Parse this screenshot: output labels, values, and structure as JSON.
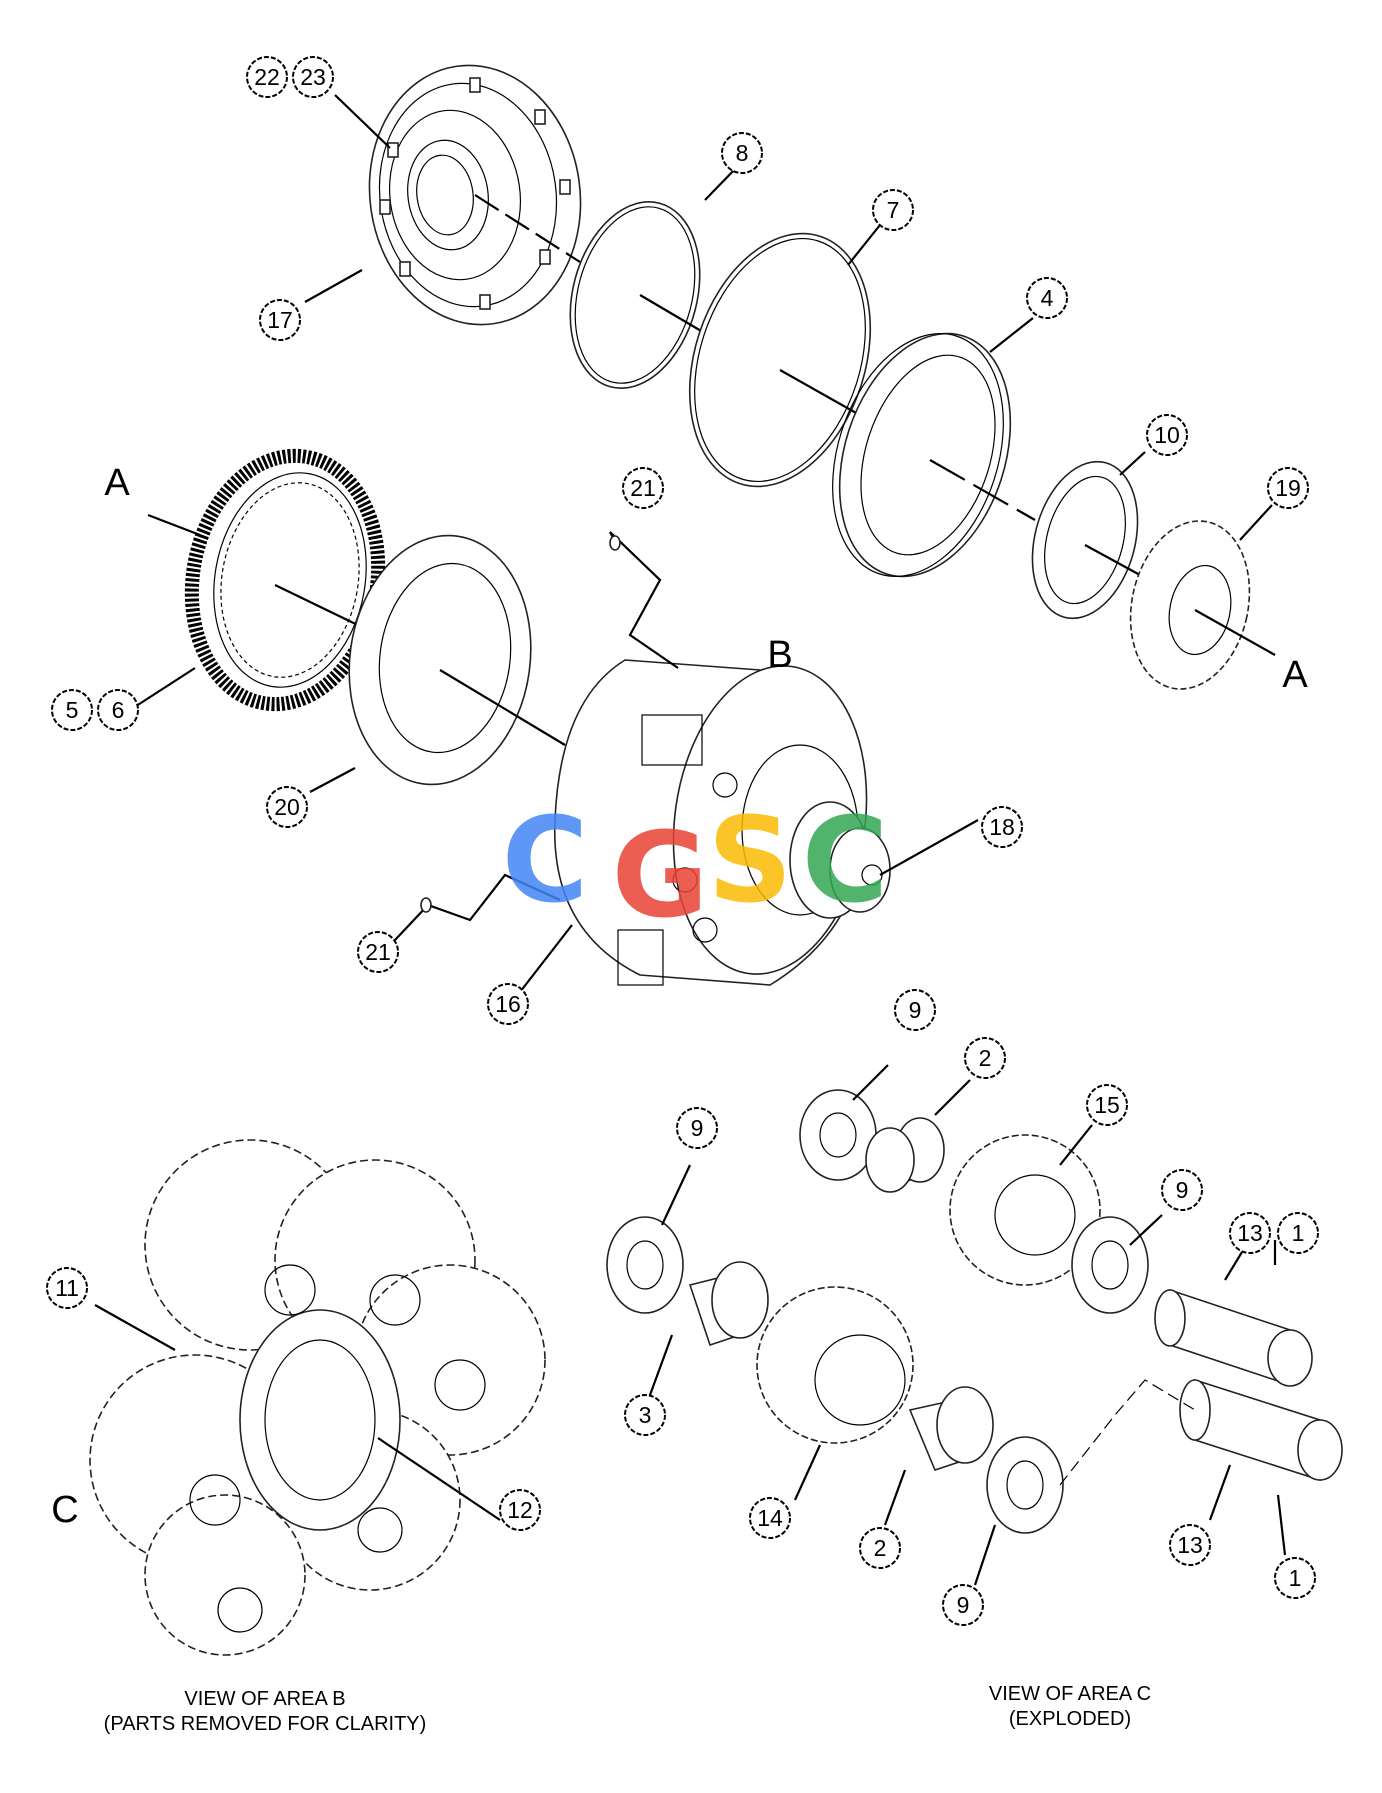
{
  "callouts": [
    {
      "id": "c22",
      "label": "22"
    },
    {
      "id": "c23",
      "label": "23"
    },
    {
      "id": "c17",
      "label": "17"
    },
    {
      "id": "c8",
      "label": "8"
    },
    {
      "id": "c7",
      "label": "7"
    },
    {
      "id": "c4",
      "label": "4"
    },
    {
      "id": "c10",
      "label": "10"
    },
    {
      "id": "c19",
      "label": "19"
    },
    {
      "id": "c21a",
      "label": "21"
    },
    {
      "id": "c5",
      "label": "5"
    },
    {
      "id": "c6",
      "label": "6"
    },
    {
      "id": "c20",
      "label": "20"
    },
    {
      "id": "c18",
      "label": "18"
    },
    {
      "id": "c21b",
      "label": "21"
    },
    {
      "id": "c16",
      "label": "16"
    },
    {
      "id": "c9a",
      "label": "9"
    },
    {
      "id": "c2a",
      "label": "2"
    },
    {
      "id": "c15",
      "label": "15"
    },
    {
      "id": "c9b",
      "label": "9"
    },
    {
      "id": "c9c",
      "label": "9"
    },
    {
      "id": "c13a",
      "label": "13"
    },
    {
      "id": "c1a",
      "label": "1"
    },
    {
      "id": "c11",
      "label": "11"
    },
    {
      "id": "c3",
      "label": "3"
    },
    {
      "id": "c12",
      "label": "12"
    },
    {
      "id": "c14",
      "label": "14"
    },
    {
      "id": "c2b",
      "label": "2"
    },
    {
      "id": "c13b",
      "label": "13"
    },
    {
      "id": "c9d",
      "label": "9"
    },
    {
      "id": "c1b",
      "label": "1"
    }
  ],
  "section_letters": {
    "a_left": "A",
    "a_right": "A",
    "b": "B",
    "c": "C"
  },
  "captions": {
    "area_b_line1": "VIEW OF AREA B",
    "area_b_line2": "(PARTS REMOVED FOR CLARITY)",
    "area_c_line1": "VIEW OF AREA C",
    "area_c_line2": "(EXPLODED)"
  },
  "watermark": {
    "letters": [
      "C",
      "G",
      "S",
      "C"
    ],
    "colors": [
      "#4285F4",
      "#EA4335",
      "#FBBC05",
      "#34A853"
    ]
  }
}
